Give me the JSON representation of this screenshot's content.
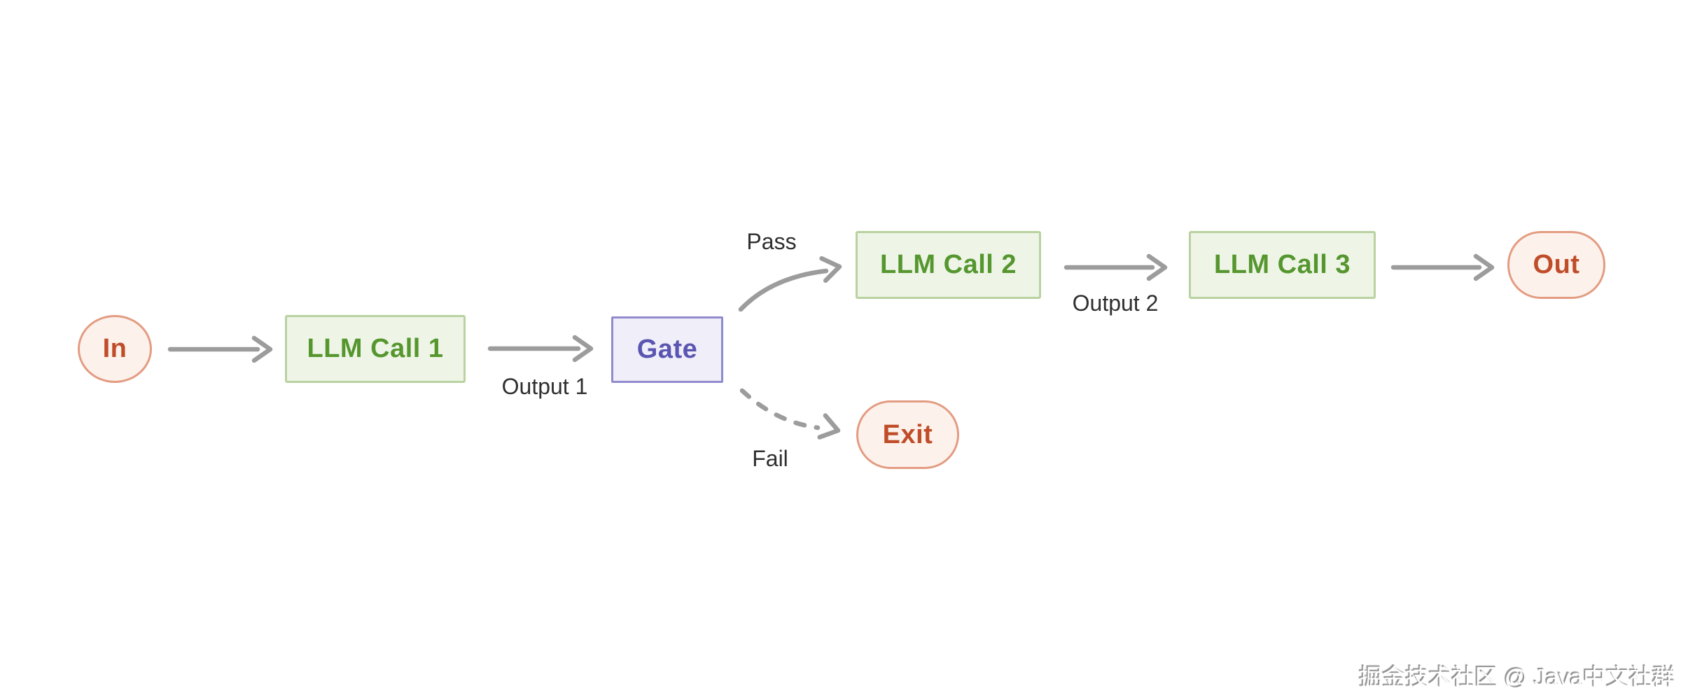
{
  "nodes": {
    "in": {
      "label": "In",
      "shape": "ellipse",
      "role": "input-terminal"
    },
    "llm_call_1": {
      "label": "LLM Call 1",
      "shape": "rect",
      "role": "process"
    },
    "gate": {
      "label": "Gate",
      "shape": "rect",
      "role": "decision-gate"
    },
    "llm_call_2": {
      "label": "LLM Call 2",
      "shape": "rect",
      "role": "process"
    },
    "llm_call_3": {
      "label": "LLM Call 3",
      "shape": "rect",
      "role": "process"
    },
    "out": {
      "label": "Out",
      "shape": "stadium",
      "role": "output-terminal"
    },
    "exit": {
      "label": "Exit",
      "shape": "stadium",
      "role": "exit-terminal"
    }
  },
  "edge_labels": {
    "output_1": "Output 1",
    "pass": "Pass",
    "output_2": "Output 2",
    "fail": "Fail"
  },
  "edges": [
    {
      "from": "in",
      "to": "llm_call_1",
      "label": "",
      "style": "solid-straight"
    },
    {
      "from": "llm_call_1",
      "to": "gate",
      "label": "Output 1",
      "style": "solid-straight"
    },
    {
      "from": "gate",
      "to": "llm_call_2",
      "label": "Pass",
      "style": "solid-curved"
    },
    {
      "from": "gate",
      "to": "exit",
      "label": "Fail",
      "style": "dashed-curved"
    },
    {
      "from": "llm_call_2",
      "to": "llm_call_3",
      "label": "Output 2",
      "style": "solid-straight"
    },
    {
      "from": "llm_call_3",
      "to": "out",
      "label": "",
      "style": "solid-straight"
    }
  ],
  "watermark": {
    "text": "掘金技术社区 @ Java中文社群"
  },
  "colors": {
    "background": "#ffffff",
    "process_fill": "#eef5e7",
    "process_border": "#b9d2a0",
    "process_text": "#55962e",
    "gate_fill": "#efeef9",
    "gate_border": "#8f8bcd",
    "gate_text": "#5a55b0",
    "terminal_fill": "#fdf1ec",
    "terminal_border": "#e39c82",
    "terminal_text": "#c04d29",
    "arrow": "#9c9c9c",
    "edge_label_text": "#2f2f2f"
  }
}
